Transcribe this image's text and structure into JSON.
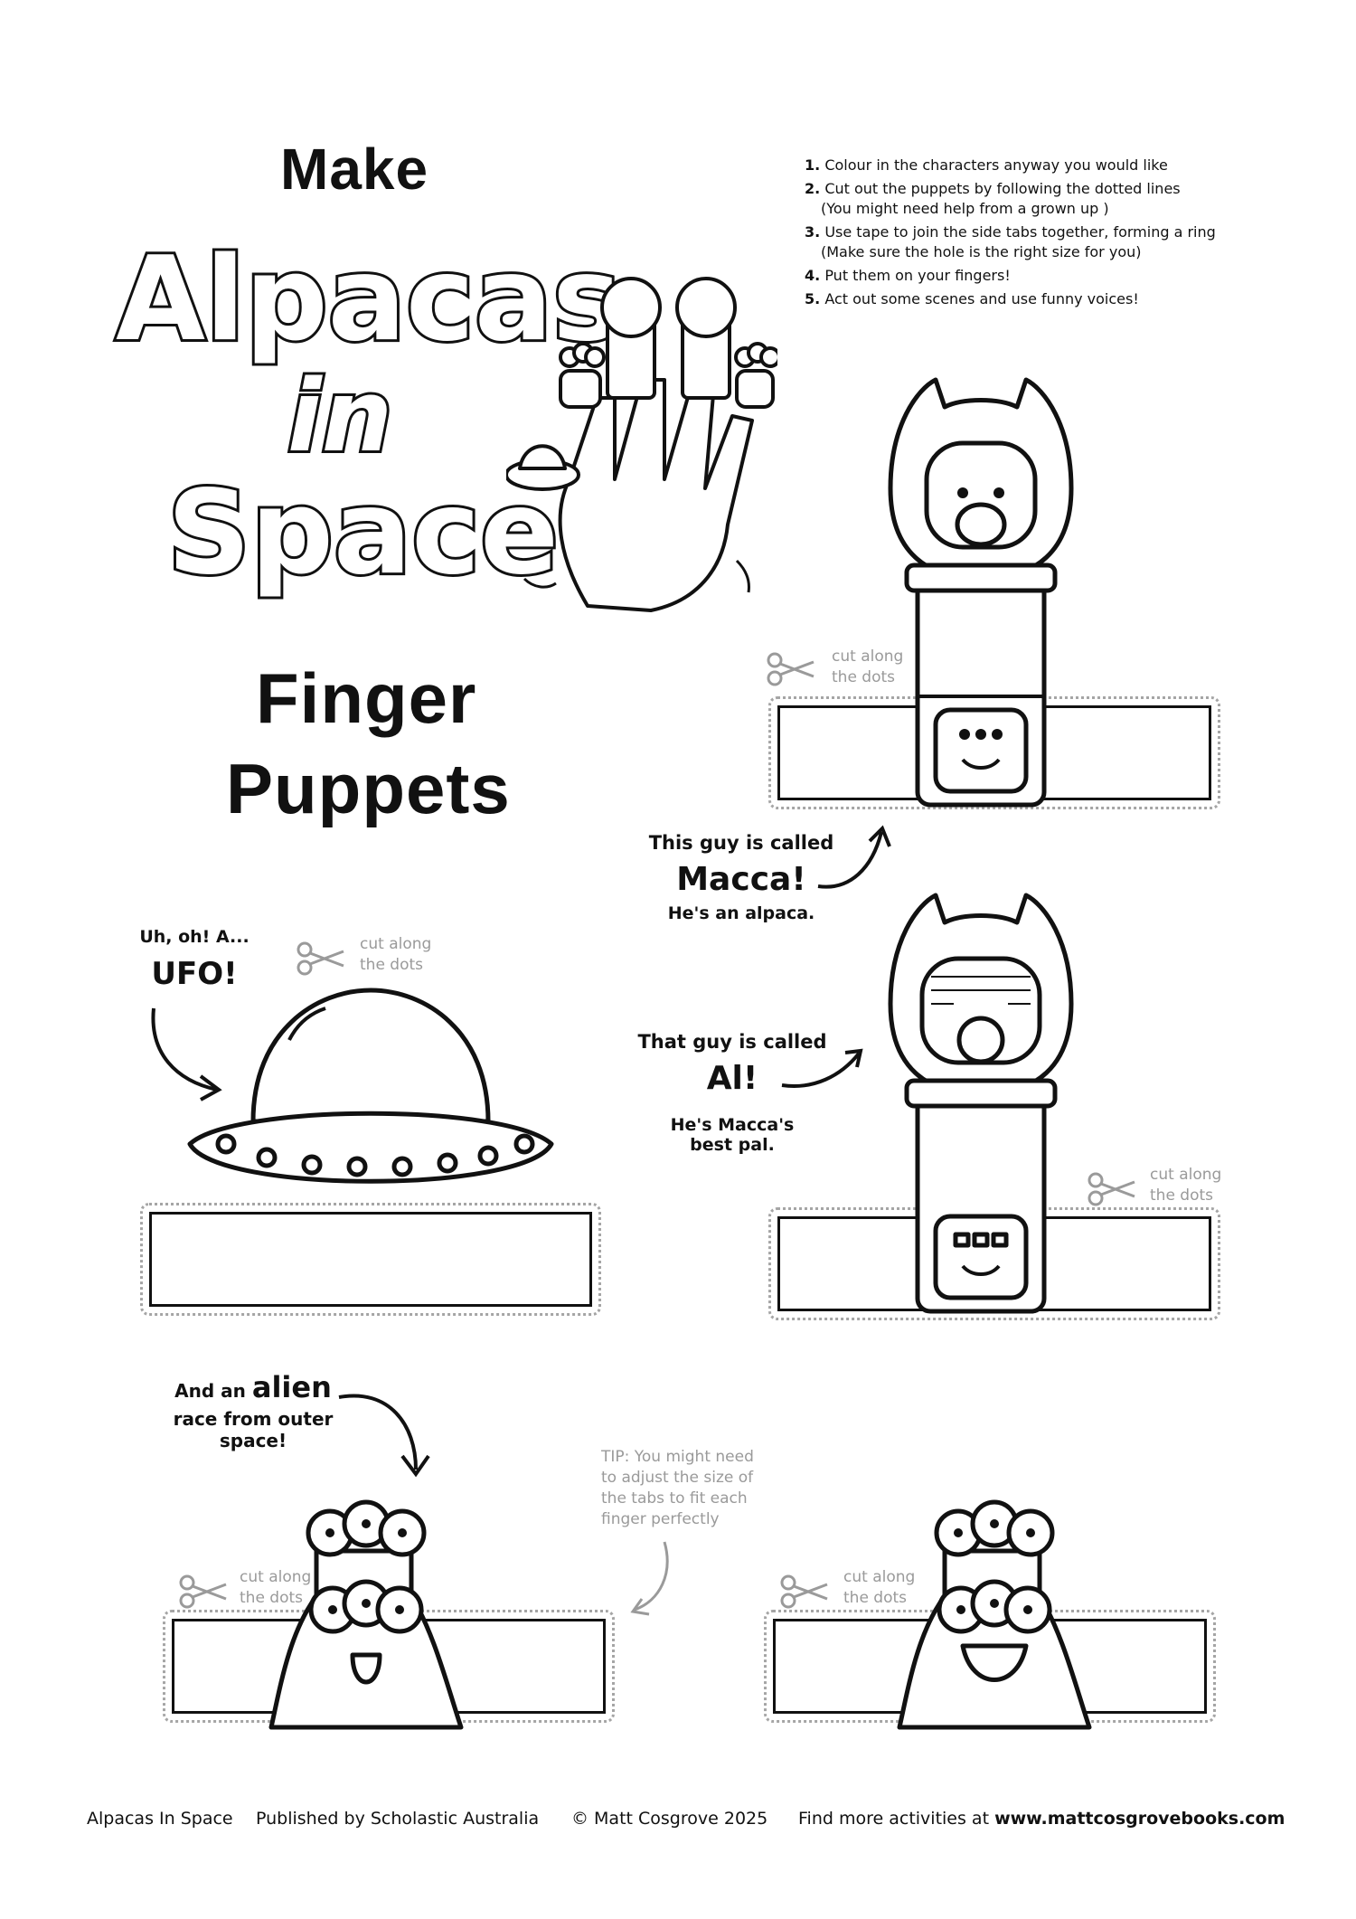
{
  "title": {
    "make_top": "Make",
    "line1": "Alpacas",
    "line2": "in",
    "line3": "Space",
    "subtitle_line1": "Finger",
    "subtitle_line2": "Puppets"
  },
  "instructions": [
    {
      "num": "1.",
      "text": "Colour in the characters anyway you would like",
      "sub": ""
    },
    {
      "num": "2.",
      "text": "Cut out the puppets by following the dotted lines",
      "sub": "(You might need help from a grown up )"
    },
    {
      "num": "3.",
      "text": "Use tape to join the side tabs together, forming a ring",
      "sub": "(Make sure the hole is the right size for you)"
    },
    {
      "num": "4.",
      "text": "Put them on your fingers!",
      "sub": ""
    },
    {
      "num": "5.",
      "text": "Act out some scenes and use funny voices!",
      "sub": ""
    }
  ],
  "cut_note": {
    "line1": "cut along",
    "line2": "the dots"
  },
  "callouts": {
    "ufo": {
      "line1": "Uh, oh! A...",
      "line2": "UFO!"
    },
    "macca": {
      "line1": "This guy is called",
      "name": "Macca!",
      "line3": "He's an alpaca."
    },
    "al": {
      "line1": "That guy is called",
      "name": "Al!",
      "line3": "He's Macca's",
      "line4": "best pal."
    },
    "alien": {
      "pre": "And an",
      "word": "alien",
      "line2": "race from outer",
      "line3": "space!"
    }
  },
  "tip": {
    "line1": "TIP: You might need",
    "line2": "to adjust the size of",
    "line3": "the tabs to fit each",
    "line4": "finger perfectly"
  },
  "footer": {
    "book": "Alpacas In Space",
    "publisher": "Published by Scholastic Australia",
    "copyright": "© Matt Cosgrove 2025",
    "find_more": "Find more activities at",
    "url": "www.mattcosgrovebooks.com"
  },
  "colors": {
    "ink": "#111111",
    "dots": "#a5a5a5",
    "note": "#9a9a9a",
    "paper": "#ffffff"
  }
}
